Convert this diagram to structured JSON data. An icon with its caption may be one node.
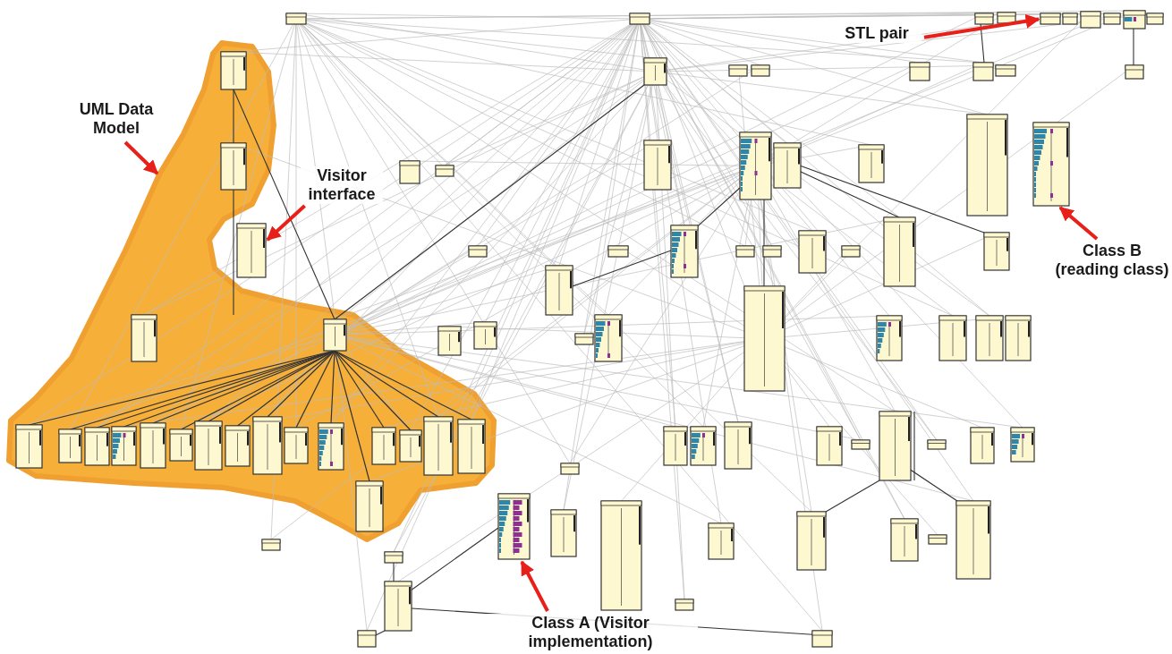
{
  "diagram": {
    "nodes": [
      {
        "text": [
          "UML Data Model"
        ]
      },
      {
        "text": [],
        "shape": "area"
      },
      {
        "text": [
          "STL pair"
        ]
      },
      {
        "text": [],
        "shape": "box"
      },
      {
        "text": [
          "Visitor interface"
        ]
      },
      {
        "text": [],
        "shape": "box"
      },
      {
        "text": [
          "Class B (reading class)"
        ]
      },
      {
        "text": [],
        "shape": "box"
      },
      {
        "text": [
          "Class A (Visitor implementation)"
        ]
      },
      {
        "text": [],
        "shape": "box"
      }
    ],
    "edges": [
      {
        "from": 0,
        "to": 1,
        "arrow": "to"
      },
      {
        "from": 2,
        "to": 3,
        "arrow": "to"
      },
      {
        "from": 4,
        "to": 5,
        "arrow": "to"
      },
      {
        "from": 6,
        "to": 7,
        "arrow": "to"
      },
      {
        "from": 8,
        "to": 9,
        "arrow": "to"
      }
    ]
  }
}
